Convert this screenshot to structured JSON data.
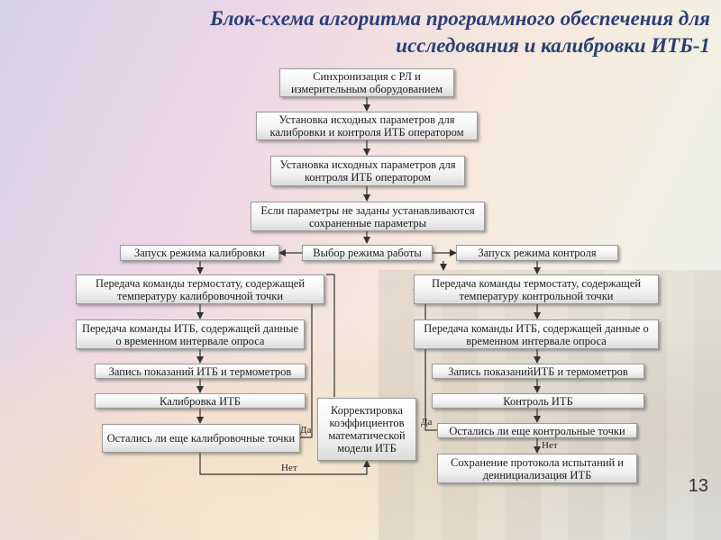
{
  "title": {
    "line1": "Блок-схема алгоритма программного обеспечения для",
    "line2": "исследования и калибровки ИТБ-1"
  },
  "nodes": {
    "sync": "Синхронизация с РЛ и измерительным оборудованием",
    "setup_calib_ctrl": "Установка исходных параметров для калибровки и контроля ИТБ оператором",
    "setup_ctrl": "Установка исходных параметров для контроля ИТБ оператором",
    "defaults": "Если параметры не заданы устанавливаются сохраненные параметры",
    "select_mode": "Выбор режима работы",
    "start_calib": "Запуск режима калибровки",
    "start_ctrl": "Запуск режима контроля",
    "calib_thermo": "Передача команды термостату, содержащей температуру калибровочной точки",
    "calib_itb": "Передача команды ИТБ, содержащей данные о временном интервале опроса",
    "calib_record": "Запись показаний ИТБ и термометров",
    "calibration": "Калибровка ИТБ",
    "calib_remaining": "Остались ли еще калибровочные точки",
    "correction": "Корректировка коэффициентов математической модели ИТБ",
    "ctrl_thermo": "Передача команды термостату, содержащей температуру контрольной точки",
    "ctrl_itb": "Передача команды ИТБ, содержащей данные о временном интервале опроса",
    "ctrl_record": "Запись показанийИТБ и термометров",
    "control": "Контроль ИТБ",
    "ctrl_remaining": "Остались ли еще контрольные точки",
    "save_protocol": "Сохранение протокола испытаний и деинициализация ИТБ"
  },
  "labels": {
    "yes_left": "Да",
    "no_left": "Нет",
    "yes_right": "Да",
    "no_right": "Нет"
  },
  "page_number": "13"
}
